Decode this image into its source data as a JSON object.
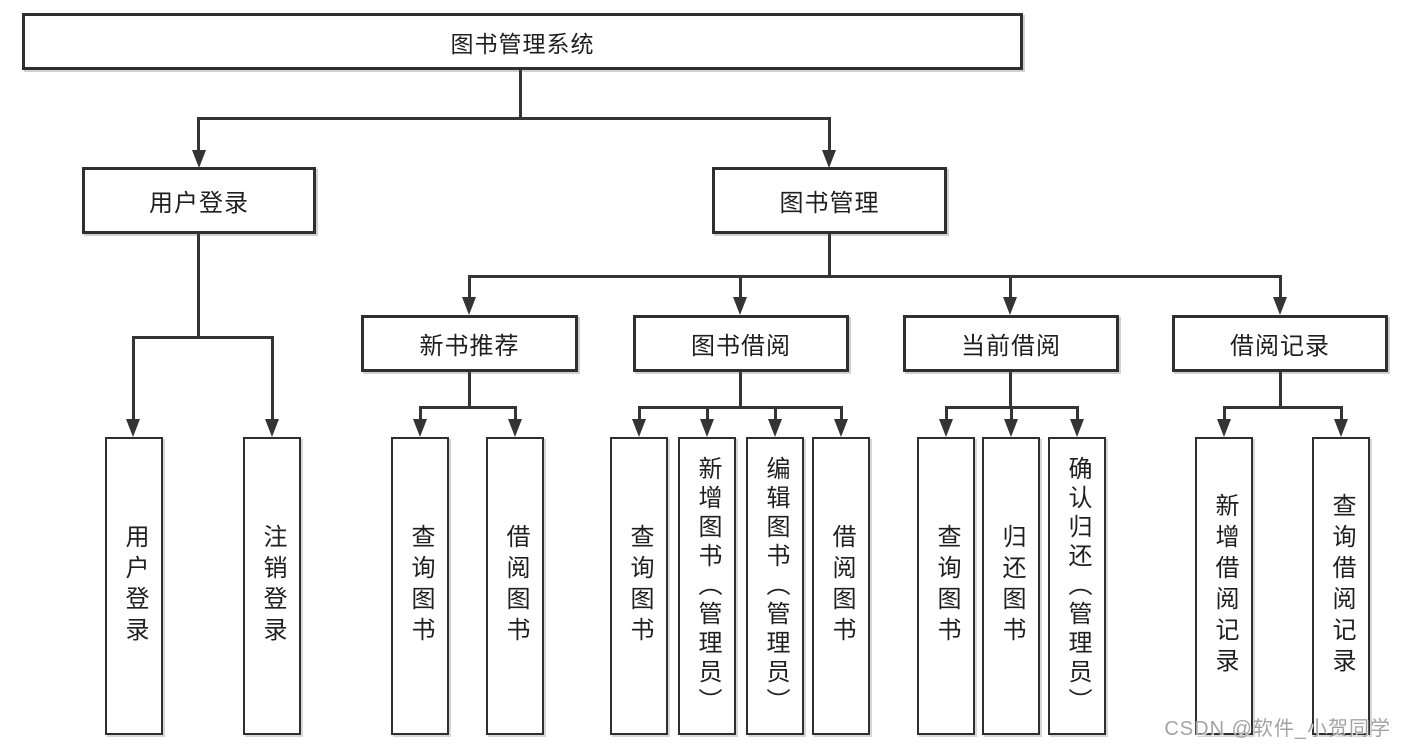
{
  "tree": {
    "root": "图书管理系统",
    "level2": [
      {
        "label": "用户登录"
      },
      {
        "label": "图书管理"
      }
    ],
    "level3": [
      {
        "label": "新书推荐"
      },
      {
        "label": "图书借阅"
      },
      {
        "label": "当前借阅"
      },
      {
        "label": "借阅记录"
      }
    ],
    "leaves": {
      "login": [
        "用户登录",
        "注销登录"
      ],
      "recommend": [
        "查询图书",
        "借阅图书"
      ],
      "borrow": [
        "查询图书",
        "新增图书（管理员）",
        "编辑图书（管理员）",
        "借阅图书"
      ],
      "current": [
        "查询图书",
        "归还图书",
        "确认归还（管理员）"
      ],
      "records": [
        "新增借阅记录",
        "查询借阅记录"
      ]
    }
  },
  "watermark": "CSDN @软件_小贺同学",
  "colors": {
    "line": "#343434",
    "border": "#2f2f2f",
    "text": "#1f1f1f",
    "background": "#ffffff",
    "watermark": "#a3a3a3"
  }
}
